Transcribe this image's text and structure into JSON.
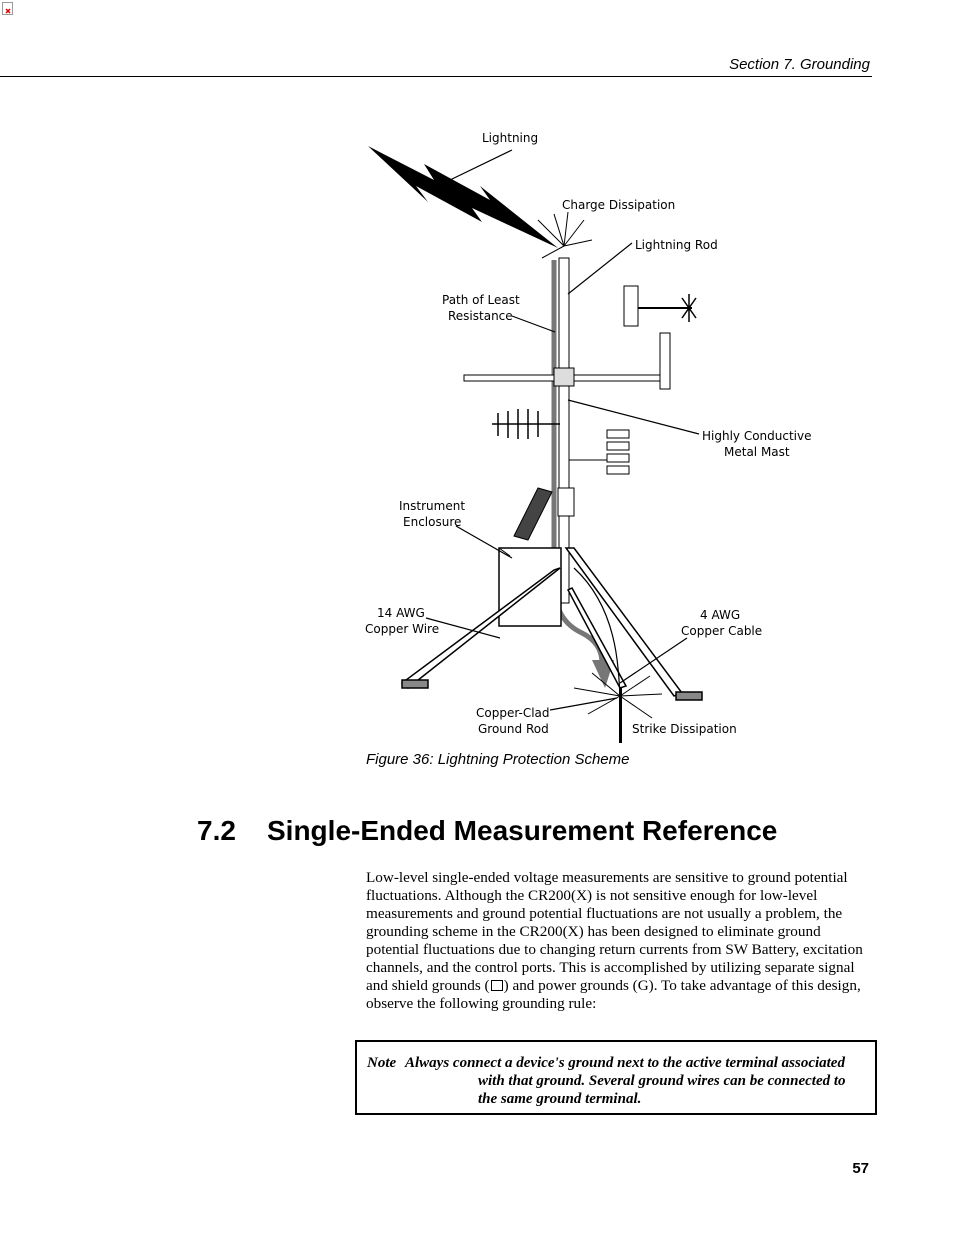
{
  "header": {
    "section": "Section 7.  Grounding"
  },
  "figure": {
    "labels": {
      "lightning": "Lightning",
      "charge_dissipation": "Charge Dissipation",
      "lightning_rod": "Lightning Rod",
      "path_line1": "Path of Least",
      "path_line2": "Resistance",
      "mast_line1": "Highly Conductive",
      "mast_line2": "Metal Mast",
      "enclosure_line1": "Instrument",
      "enclosure_line2": "Enclosure",
      "wire_line1": "14 AWG",
      "wire_line2": "Copper Wire",
      "cable_line1": "4 AWG",
      "cable_line2": "Copper Cable",
      "rod_line1": "Copper-Clad",
      "rod_line2": "Ground Rod",
      "strike_dissipation": "Strike Dissipation"
    },
    "caption": "Figure 36: Lightning Protection Scheme"
  },
  "section": {
    "number": "7.2",
    "title": "Single-Ended Measurement Reference"
  },
  "body": {
    "before_symbol": "Low-level single-ended voltage measurements are sensitive to ground potential fluctuations. Although the CR200(X) is not sensitive enough for low-level measurements and ground potential fluctuations are not usually a problem, the grounding scheme in the CR200(X) has been designed to eliminate ground potential fluctuations due to changing return currents from SW Battery, excitation channels, and the control ports. This is accomplished by utilizing separate signal and shield grounds (",
    "after_symbol": ") and power grounds (G). To take advantage of this design, observe the following grounding rule:"
  },
  "note": {
    "label": "Note",
    "line1": "Always connect a device's ground next to the active terminal associated",
    "line2": "with that ground. Several ground wires can be connected to",
    "line3": "the same ground terminal."
  },
  "page_number": "57"
}
